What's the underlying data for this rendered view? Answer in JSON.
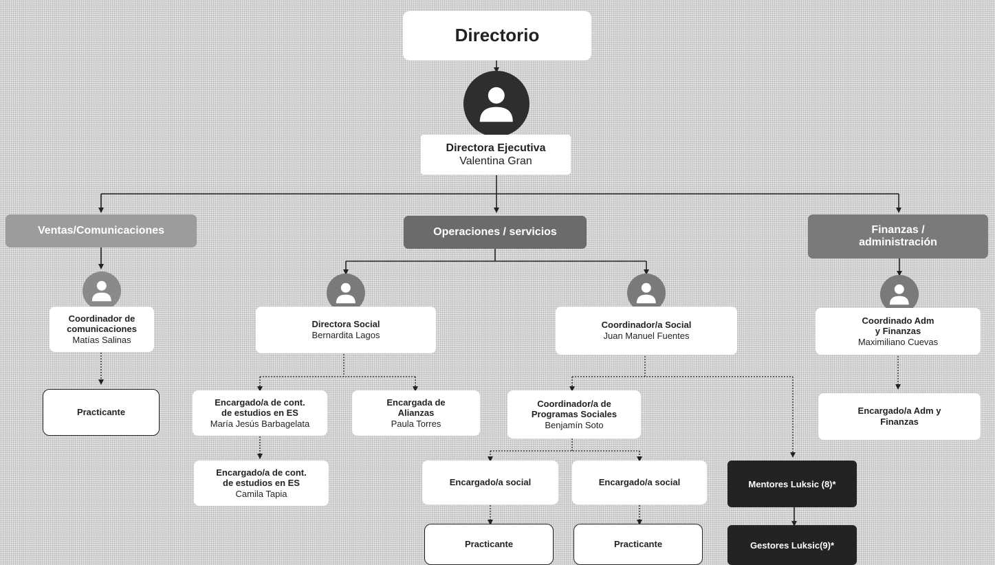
{
  "title": "Directorio",
  "executive": {
    "role": "Directora Ejecutiva",
    "name": "Valentina Gran"
  },
  "departments": {
    "ventas": "Ventas/Comunicaciones",
    "operaciones": "Operaciones / servicios",
    "finanzas_line1": "Finanzas /",
    "finanzas_line2": "administración"
  },
  "nodes": {
    "coord_comunicaciones": {
      "role_line1": "Coordinador de",
      "role_line2": "comunicaciones",
      "name": "Matías Salinas"
    },
    "practicante_ventas": "Practicante",
    "directora_social": {
      "role": "Directora Social",
      "name": "Bernardita Lagos"
    },
    "coord_social": {
      "role": "Coordinador/a Social",
      "name": "Juan Manuel Fuentes"
    },
    "coord_adm": {
      "role_line1": "Coordinado Adm",
      "role_line2": "y Finanzas",
      "name": "Maximiliano Cuevas"
    },
    "encargado_cont_1": {
      "role_line1": "Encargado/a de cont.",
      "role_line2": "de estudios en ES",
      "name": "María Jesús Barbagelata"
    },
    "encargado_cont_2": {
      "role_line1": "Encargado/a de cont.",
      "role_line2": "de estudios en ES",
      "name": "Camila Tapia"
    },
    "encargada_alianzas": {
      "role_line1": "Encargada de",
      "role_line2": "Alianzas",
      "name": "Paula Torres"
    },
    "coord_programas": {
      "role_line1": "Coordinador/a de",
      "role_line2": "Programas Sociales",
      "name": "Benjamín Soto"
    },
    "encargado_social_1": "Encargado/a social",
    "encargado_social_2": "Encargado/a social",
    "practicante_1": "Practicante",
    "practicante_2": "Practicante",
    "mentores": "Mentores Luksic (8)*",
    "gestores": "Gestores Luksic(9)*",
    "encargado_adm": {
      "role_line1": "Encargado/a Adm y",
      "role_line2": "Finanzas"
    }
  },
  "colors": {
    "ventas": "#9c9c9c",
    "operaciones": "#6b6b6b",
    "finanzas": "#7a7a7a",
    "dark_box": "#232323",
    "avatar_exec": "#2e2e2e",
    "avatar_mid": "#7f7f7f"
  }
}
